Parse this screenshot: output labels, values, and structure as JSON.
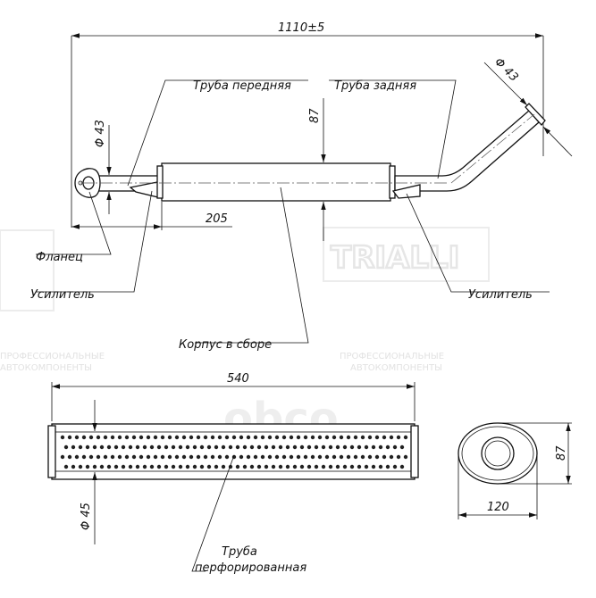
{
  "watermark": {
    "logo": "TRIALLI",
    "line1": "ПРОФЕССИОНАЛЬНЫЕ",
    "line2": "АВТОКОМПОНЕНТЫ",
    "brand2": "obco"
  },
  "dimensions": {
    "total_length": "1110±5",
    "pipe_front_diameter": "Φ 43",
    "pipe_rear_diameter": "Φ 43",
    "body_height": "87",
    "offset": "205",
    "body_length": "540",
    "perforated_diameter": "Φ 45",
    "section_height": "87",
    "section_width": "120"
  },
  "labels": {
    "pipe_front": "Труба передняя",
    "pipe_rear": "Труба задняя",
    "flange": "Фланец",
    "reinforcer_left": "Усилитель",
    "reinforcer_right": "Усилитель",
    "body_assembly": "Корпус в сборе",
    "perforated_line1": "Труба",
    "perforated_line2": "перфорированная"
  }
}
